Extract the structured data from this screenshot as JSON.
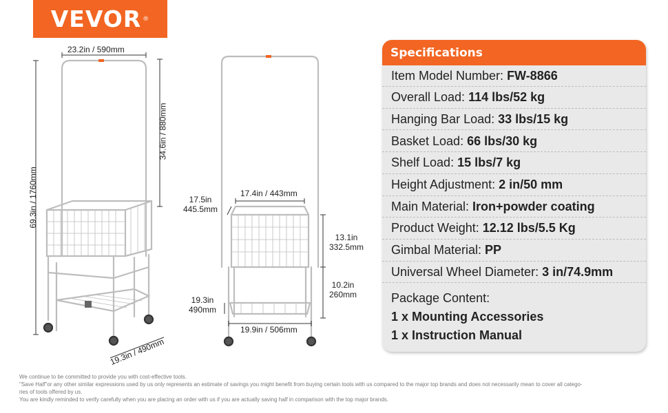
{
  "brand": {
    "logo_text": "VEVOR",
    "registered": "®",
    "color": "#f26522"
  },
  "dimensions": {
    "left_width": "23.2in / 590mm",
    "left_top_height": "34.6in / 880mm",
    "left_total_height": "69.3in / 1760mm",
    "left_depth": "19.3in / 490mm",
    "right_basket_width": "17.4in / 443mm",
    "right_basket_depth_line1": "17.5in",
    "right_basket_depth_line2": "445.5mm",
    "right_basket_height_line1": "13.1in",
    "right_basket_height_line2": "332.5mm",
    "right_lower_height_line1": "10.2in",
    "right_lower_height_line2": "260mm",
    "right_shelf_depth_line1": "19.3in",
    "right_shelf_depth_line2": "490mm",
    "right_base_width": "19.9in / 506mm"
  },
  "specs": {
    "title": "Specifications",
    "rows": [
      {
        "label": "Item Model Number:",
        "value": "FW-8866"
      },
      {
        "label": "Overall Load:",
        "value": "114 lbs/52 kg"
      },
      {
        "label": "Hanging Bar Load:",
        "value": "33 lbs/15 kg"
      },
      {
        "label": "Basket Load:",
        "value": "66 lbs/30 kg"
      },
      {
        "label": "Shelf Load:",
        "value": "15 lbs/7 kg"
      },
      {
        "label": "Height Adjustment:",
        "value": "2 in/50 mm"
      },
      {
        "label": "Main Material:",
        "value": "Iron+powder coating"
      },
      {
        "label": "Product Weight:",
        "value": "12.12 lbs/5.5 Kg"
      },
      {
        "label": "Gimbal Material:",
        "value": "PP"
      },
      {
        "label": "Universal Wheel Diameter:",
        "value": "3 in/74.9mm"
      }
    ],
    "package_label": "Package Content:",
    "package_items": [
      "1 x Mounting Accessories",
      "1 x Instruction Manual"
    ]
  },
  "footnote": {
    "line1": "We continue to be committed to provide you with cost-effective tools.",
    "line2": "\"Save Half\"or any other similar expressions used by us only represents an estimate of savings you might benefit from buying certain tools with us compared to the major top brands and does not necessarily mean to cover all catego-",
    "line3": "ries of tools offered by us.",
    "line4": "You are kindly reminded to verify carefully when you are placing an order with us if you are actually saving half in comparison with the top major brands."
  }
}
